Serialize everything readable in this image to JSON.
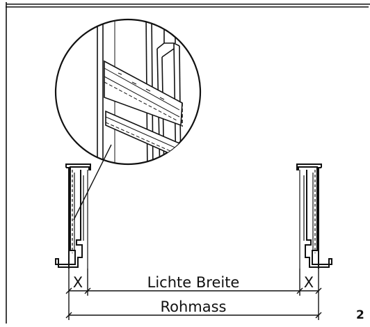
{
  "drawing": {
    "labels": {
      "clear_width": "Lichte Breite",
      "rough_opening": "Rohmass",
      "gap_left": "X",
      "gap_right": "X"
    },
    "page_number": "2",
    "colors": {
      "line": "#111111",
      "background": "#ffffff"
    }
  }
}
